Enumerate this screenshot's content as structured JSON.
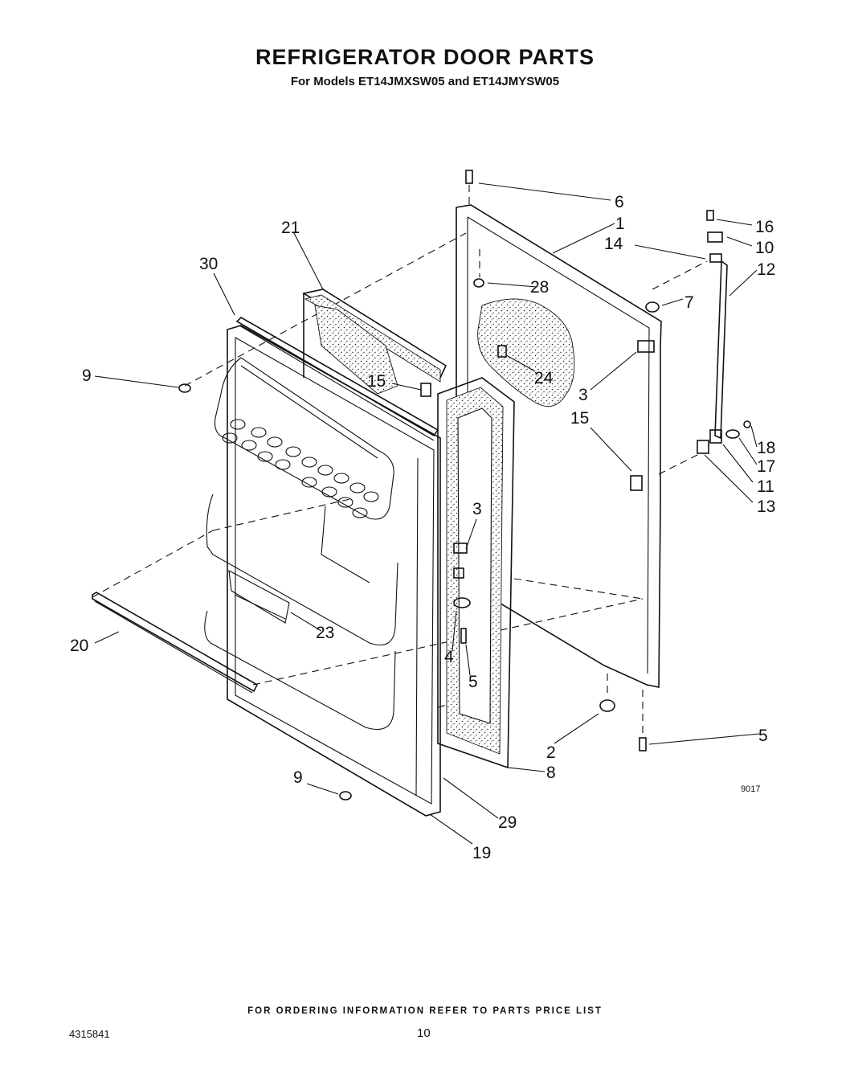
{
  "header": {
    "title": "REFRIGERATOR DOOR PARTS",
    "subtitle": "For Models ET14JMXSW05 and ET14JMYSW05"
  },
  "callouts": [
    {
      "label": "1"
    },
    {
      "label": "2"
    },
    {
      "label": "3"
    },
    {
      "label": "3"
    },
    {
      "label": "4"
    },
    {
      "label": "5"
    },
    {
      "label": "5"
    },
    {
      "label": "6"
    },
    {
      "label": "7"
    },
    {
      "label": "8"
    },
    {
      "label": "9"
    },
    {
      "label": "9"
    },
    {
      "label": "10"
    },
    {
      "label": "11"
    },
    {
      "label": "12"
    },
    {
      "label": "13"
    },
    {
      "label": "14"
    },
    {
      "label": "15"
    },
    {
      "label": "15"
    },
    {
      "label": "16"
    },
    {
      "label": "17"
    },
    {
      "label": "18"
    },
    {
      "label": "19"
    },
    {
      "label": "20"
    },
    {
      "label": "21"
    },
    {
      "label": "23"
    },
    {
      "label": "24"
    },
    {
      "label": "28"
    },
    {
      "label": "29"
    },
    {
      "label": "30"
    }
  ],
  "figure_code": "9017",
  "footer": {
    "note": "FOR ORDERING INFORMATION REFER TO PARTS PRICE LIST",
    "doc_number": "4315841",
    "page_number": "10"
  }
}
